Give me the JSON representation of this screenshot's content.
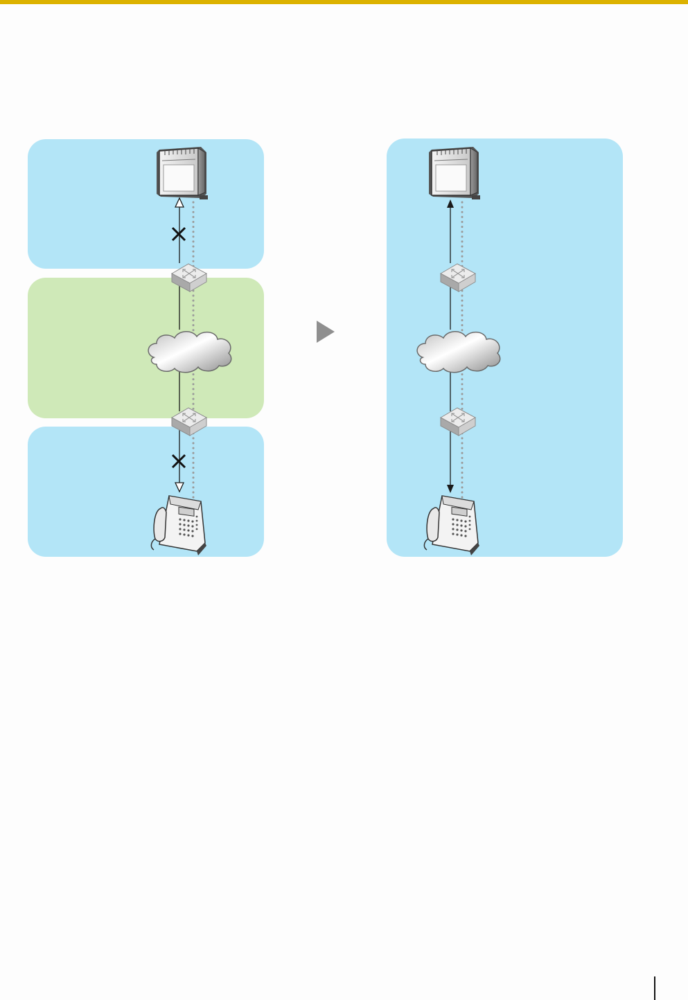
{
  "colors": {
    "accent_rule": "#dcb200",
    "zone_lan": "#b3e5f7",
    "zone_wan": "#cfe9b8",
    "line": "#1a1a1a",
    "dotted_line": "#9a9a9a",
    "transition_arrow": "#8f8f8f"
  },
  "icons": {
    "server": "pbx-server-icon",
    "router": "router-icon",
    "cloud": "internet-cloud-icon",
    "phone": "ip-phone-icon",
    "blocked": "cross-mark-icon",
    "transition": "play-triangle-icon"
  },
  "left_scenario": {
    "zones": [
      "lan",
      "wan",
      "lan"
    ],
    "upper_link_blocked": true,
    "lower_link_blocked": true
  },
  "right_scenario": {
    "zones": [
      "lan"
    ],
    "upper_link_blocked": false,
    "lower_link_blocked": false
  }
}
